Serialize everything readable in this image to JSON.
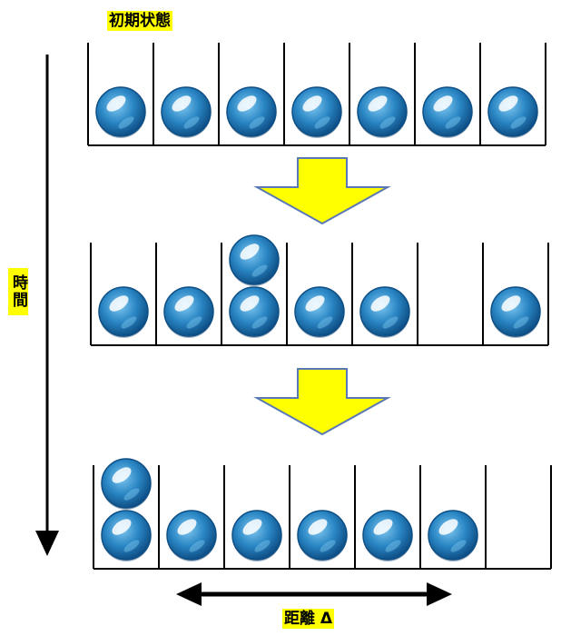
{
  "labels": {
    "initial_state": "初期状態",
    "time": "時間",
    "distance": "距離 Δ"
  },
  "colors": {
    "arrow_fill": "#ffff00",
    "arrow_stroke": "#5a78b4",
    "ball_dark": "#0e4f86",
    "ball_mid": "#2a86c4",
    "ball_light": "#7fc8f0",
    "box_stroke": "#000000",
    "label_highlight": "#ffff00"
  },
  "rows": [
    {
      "name": "initial",
      "counts": [
        1,
        1,
        1,
        1,
        1,
        1,
        1
      ]
    },
    {
      "name": "middle",
      "counts": [
        1,
        1,
        2,
        1,
        1,
        0,
        1
      ]
    },
    {
      "name": "final",
      "counts": [
        2,
        1,
        1,
        1,
        1,
        1,
        0
      ]
    }
  ]
}
